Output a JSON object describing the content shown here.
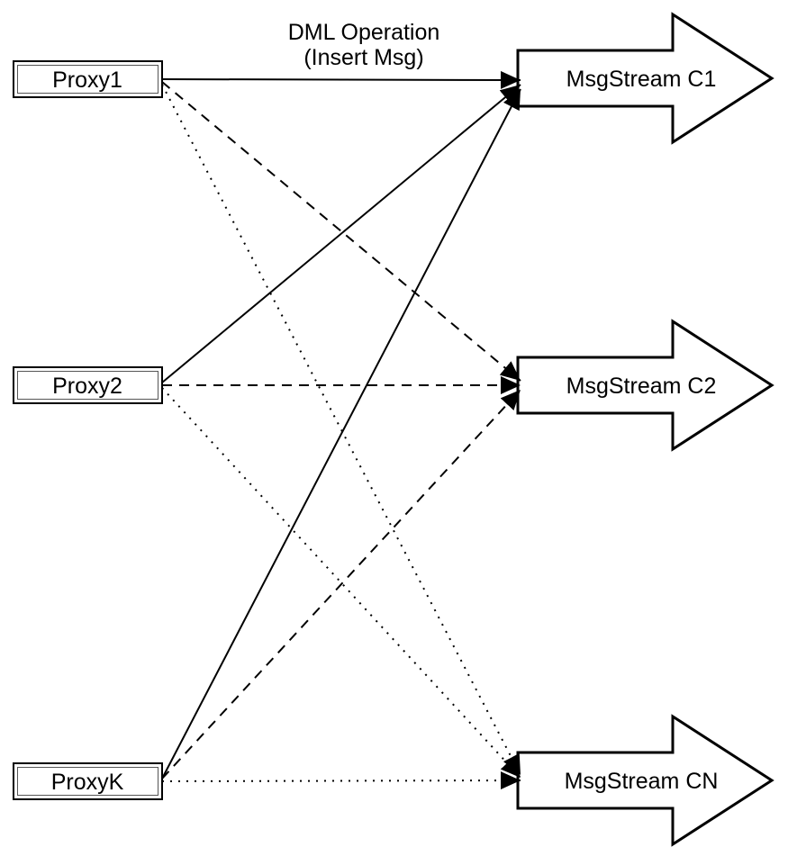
{
  "diagram": {
    "type": "fan-out message-stream diagram",
    "edge_label": {
      "line1": "DML Operation",
      "line2": "(Insert Msg)"
    },
    "proxies": [
      {
        "label": "Proxy1"
      },
      {
        "label": "Proxy2"
      },
      {
        "label": "ProxyK"
      }
    ],
    "streams": [
      {
        "label": "MsgStream C1"
      },
      {
        "label": "MsgStream C2"
      },
      {
        "label": "MsgStream CN"
      }
    ],
    "edges": [
      {
        "from": "Proxy1",
        "to": "MsgStream C1",
        "style": "solid",
        "label": "DML Operation (Insert Msg)"
      },
      {
        "from": "Proxy1",
        "to": "MsgStream C2",
        "style": "dashed"
      },
      {
        "from": "Proxy1",
        "to": "MsgStream CN",
        "style": "dotted"
      },
      {
        "from": "Proxy2",
        "to": "MsgStream C1",
        "style": "solid"
      },
      {
        "from": "Proxy2",
        "to": "MsgStream C2",
        "style": "dashed"
      },
      {
        "from": "Proxy2",
        "to": "MsgStream CN",
        "style": "dotted"
      },
      {
        "from": "ProxyK",
        "to": "MsgStream C1",
        "style": "solid"
      },
      {
        "from": "ProxyK",
        "to": "MsgStream C2",
        "style": "dashed"
      },
      {
        "from": "ProxyK",
        "to": "MsgStream CN",
        "style": "dotted"
      }
    ],
    "colors": {
      "stroke": "#000000",
      "fill": "#ffffff",
      "background": "#ffffff"
    }
  }
}
